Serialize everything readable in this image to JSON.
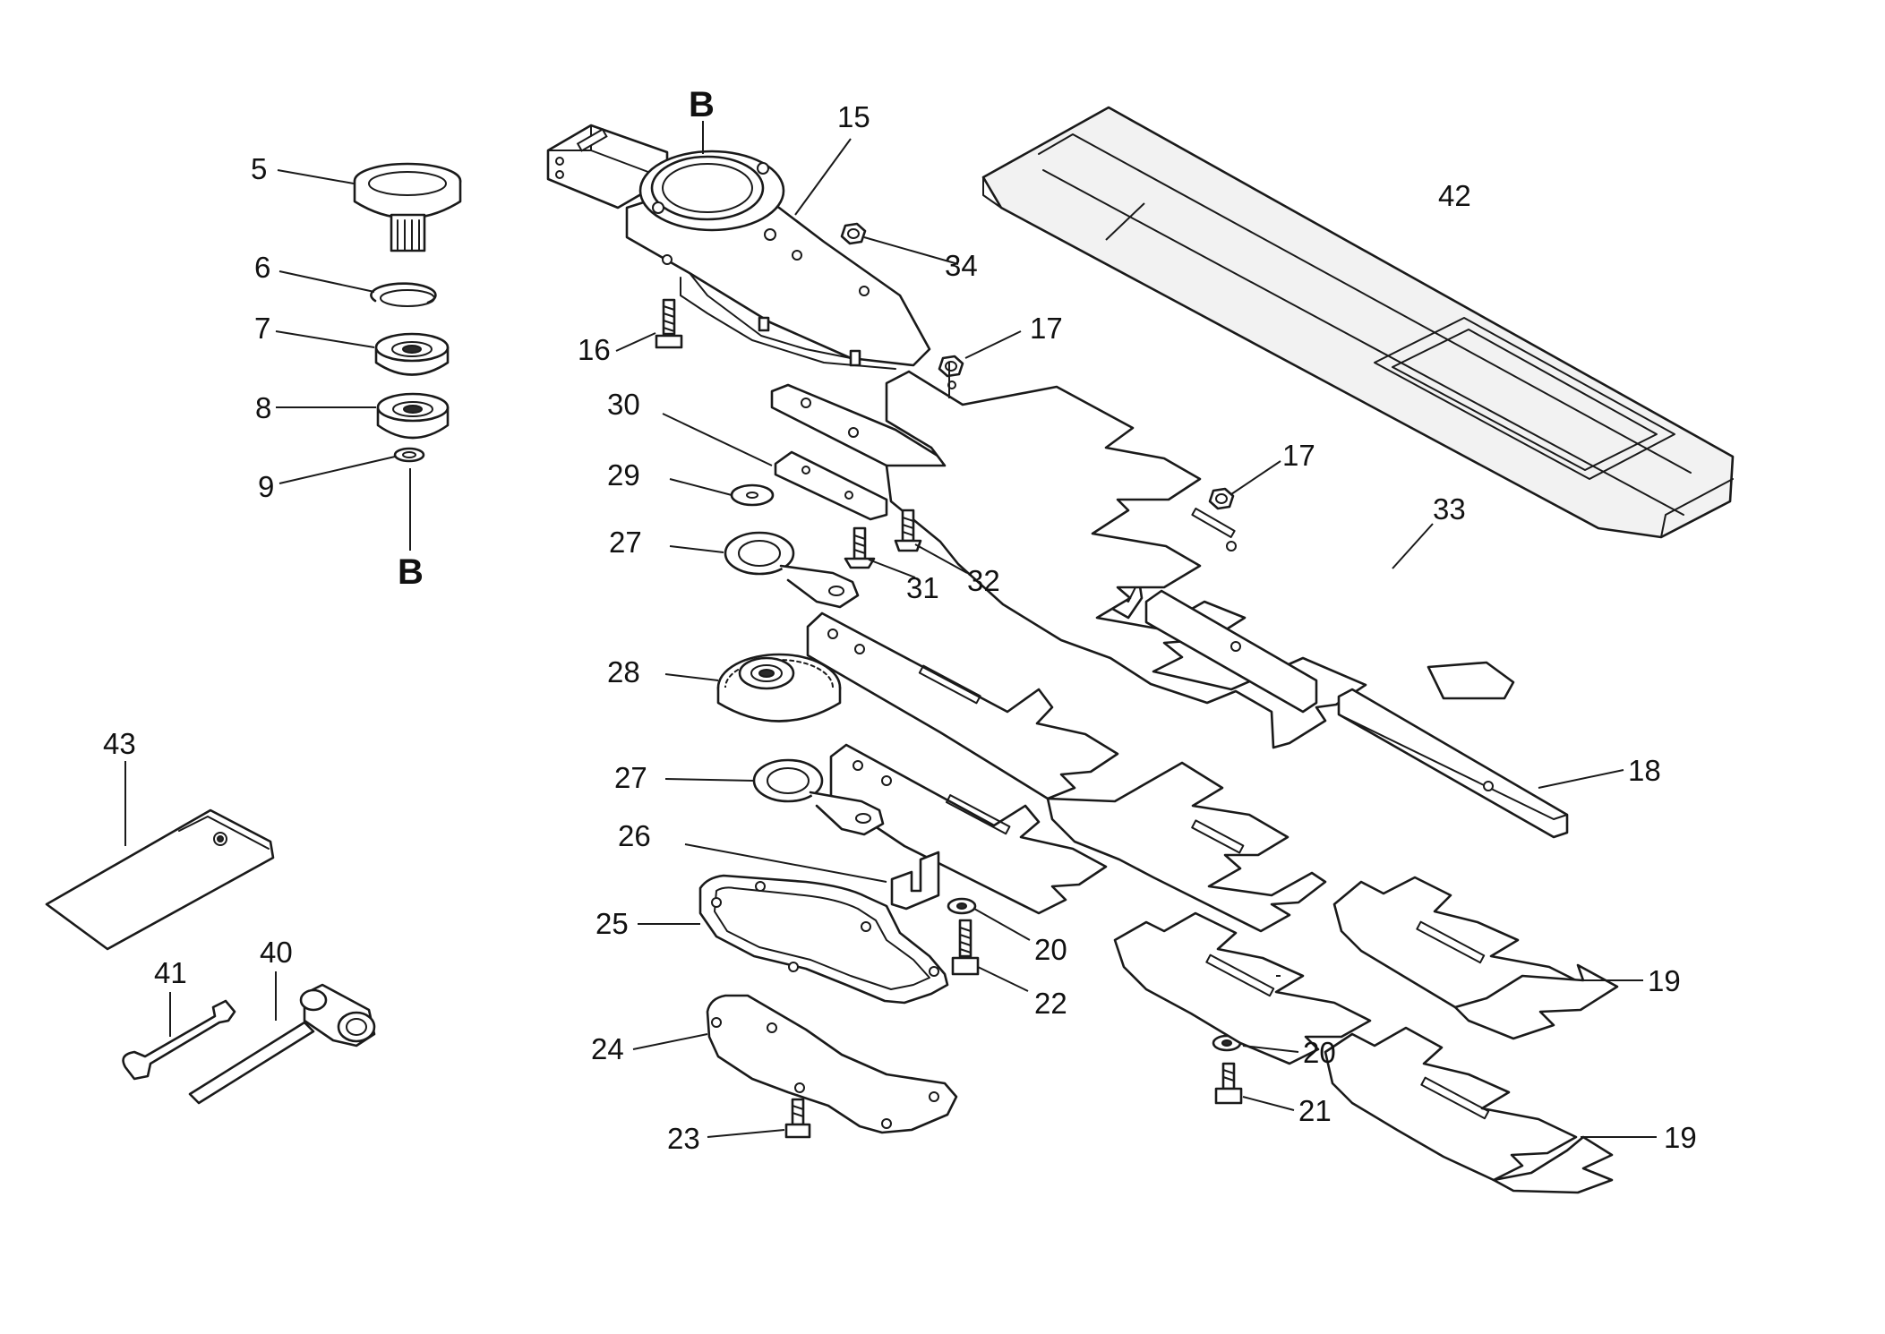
{
  "callouts": {
    "c5": "5",
    "c6": "6",
    "c7": "7",
    "c8": "8",
    "c9": "9",
    "cB_top": "B",
    "cB_bottom": "B",
    "c15": "15",
    "c16": "16",
    "c17a": "17",
    "c17b": "17",
    "c18": "18",
    "c19a": "19",
    "c19b": "19",
    "c20a": "20",
    "c20b": "20",
    "c21": "21",
    "c22": "22",
    "c23": "23",
    "c24": "24",
    "c25": "25",
    "c26": "26",
    "c27a": "27",
    "c27b": "27",
    "c28": "28",
    "c29": "29",
    "c30": "30",
    "c31": "31",
    "c32": "32",
    "c33": "33",
    "c34": "34",
    "c40": "40",
    "c41": "41",
    "c42": "42",
    "c43": "43"
  }
}
